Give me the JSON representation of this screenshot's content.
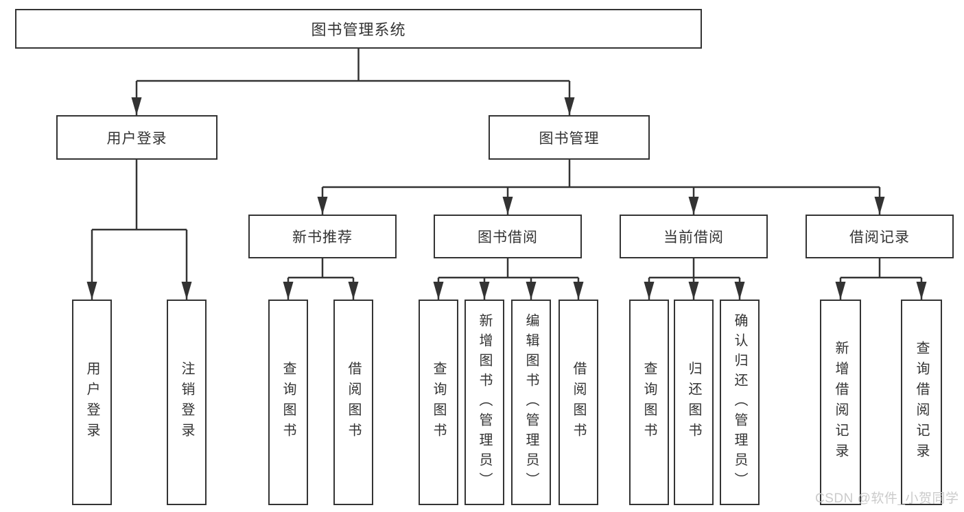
{
  "diagram": {
    "root": "图书管理系统",
    "branches": [
      {
        "label": "用户登录",
        "leaves": [
          "用户登录",
          "注销登录"
        ]
      },
      {
        "label": "图书管理",
        "groups": [
          {
            "label": "新书推荐",
            "leaves": [
              "查询图书",
              "借阅图书"
            ]
          },
          {
            "label": "图书借阅",
            "leaves": [
              "查询图书",
              "新增图书（管理员）",
              "编辑图书（管理员）",
              "借阅图书"
            ]
          },
          {
            "label": "当前借阅",
            "leaves": [
              "查询图书",
              "归还图书",
              "确认归还（管理员）"
            ]
          },
          {
            "label": "借阅记录",
            "leaves": [
              "新增借阅记录",
              "查询借阅记录"
            ]
          }
        ]
      }
    ]
  },
  "watermark": {
    "text": "CSDN @软件_小贺同学"
  },
  "colors": {
    "line": "#333333",
    "box_border": "#333333",
    "box_background": "#ffffff",
    "text": "#333333",
    "watermark": "#cbcbcb",
    "page_background": "#ffffff"
  }
}
